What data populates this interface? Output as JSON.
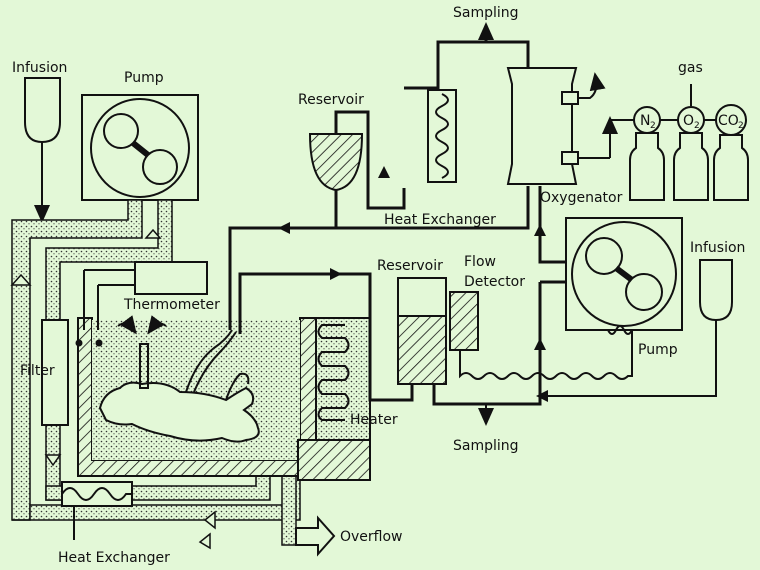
{
  "labels": {
    "infusion_left": "Infusion",
    "pump_left": "Pump",
    "reservoir_top": "Reservoir",
    "sampling_top": "Sampling",
    "heat_exchanger_top": "Heat Exchanger",
    "oxygenator": "Oxygenator",
    "gas": "gas",
    "n2": "N",
    "n2_sub": "2",
    "o2": "O",
    "o2_sub": "2",
    "co2": "CO",
    "co2_sub": "2",
    "infusion_right": "Infusion",
    "pump_right": "Pump",
    "reservoir_mid": "Reservoir",
    "flow_detector_1": "Flow",
    "flow_detector_2": "Detector",
    "thermometer": "Thermometer",
    "filter": "Filter",
    "heater": "Heater",
    "sampling_bottom": "Sampling",
    "overflow": "Overflow",
    "heat_exchanger_bottom": "Heat Exchanger"
  },
  "colors": {
    "background": "#e3f8d7",
    "ink": "#111111"
  }
}
